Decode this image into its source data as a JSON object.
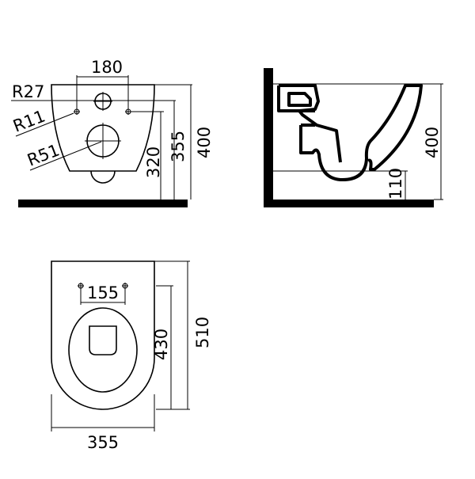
{
  "front_view": {
    "dim_bolt_spacing": "180",
    "radius_inlet": "R27",
    "radius_bolt_holes": "R11",
    "radius_outlet": "R51",
    "height_bolt_holes": "320",
    "height_inlet": "355",
    "height_total": "400"
  },
  "side_view": {
    "height_total": "400",
    "height_outlet": "110"
  },
  "top_view": {
    "dim_bolt_spacing": "155",
    "length_to_bolts": "430",
    "length_total": "510",
    "width_total": "355"
  }
}
